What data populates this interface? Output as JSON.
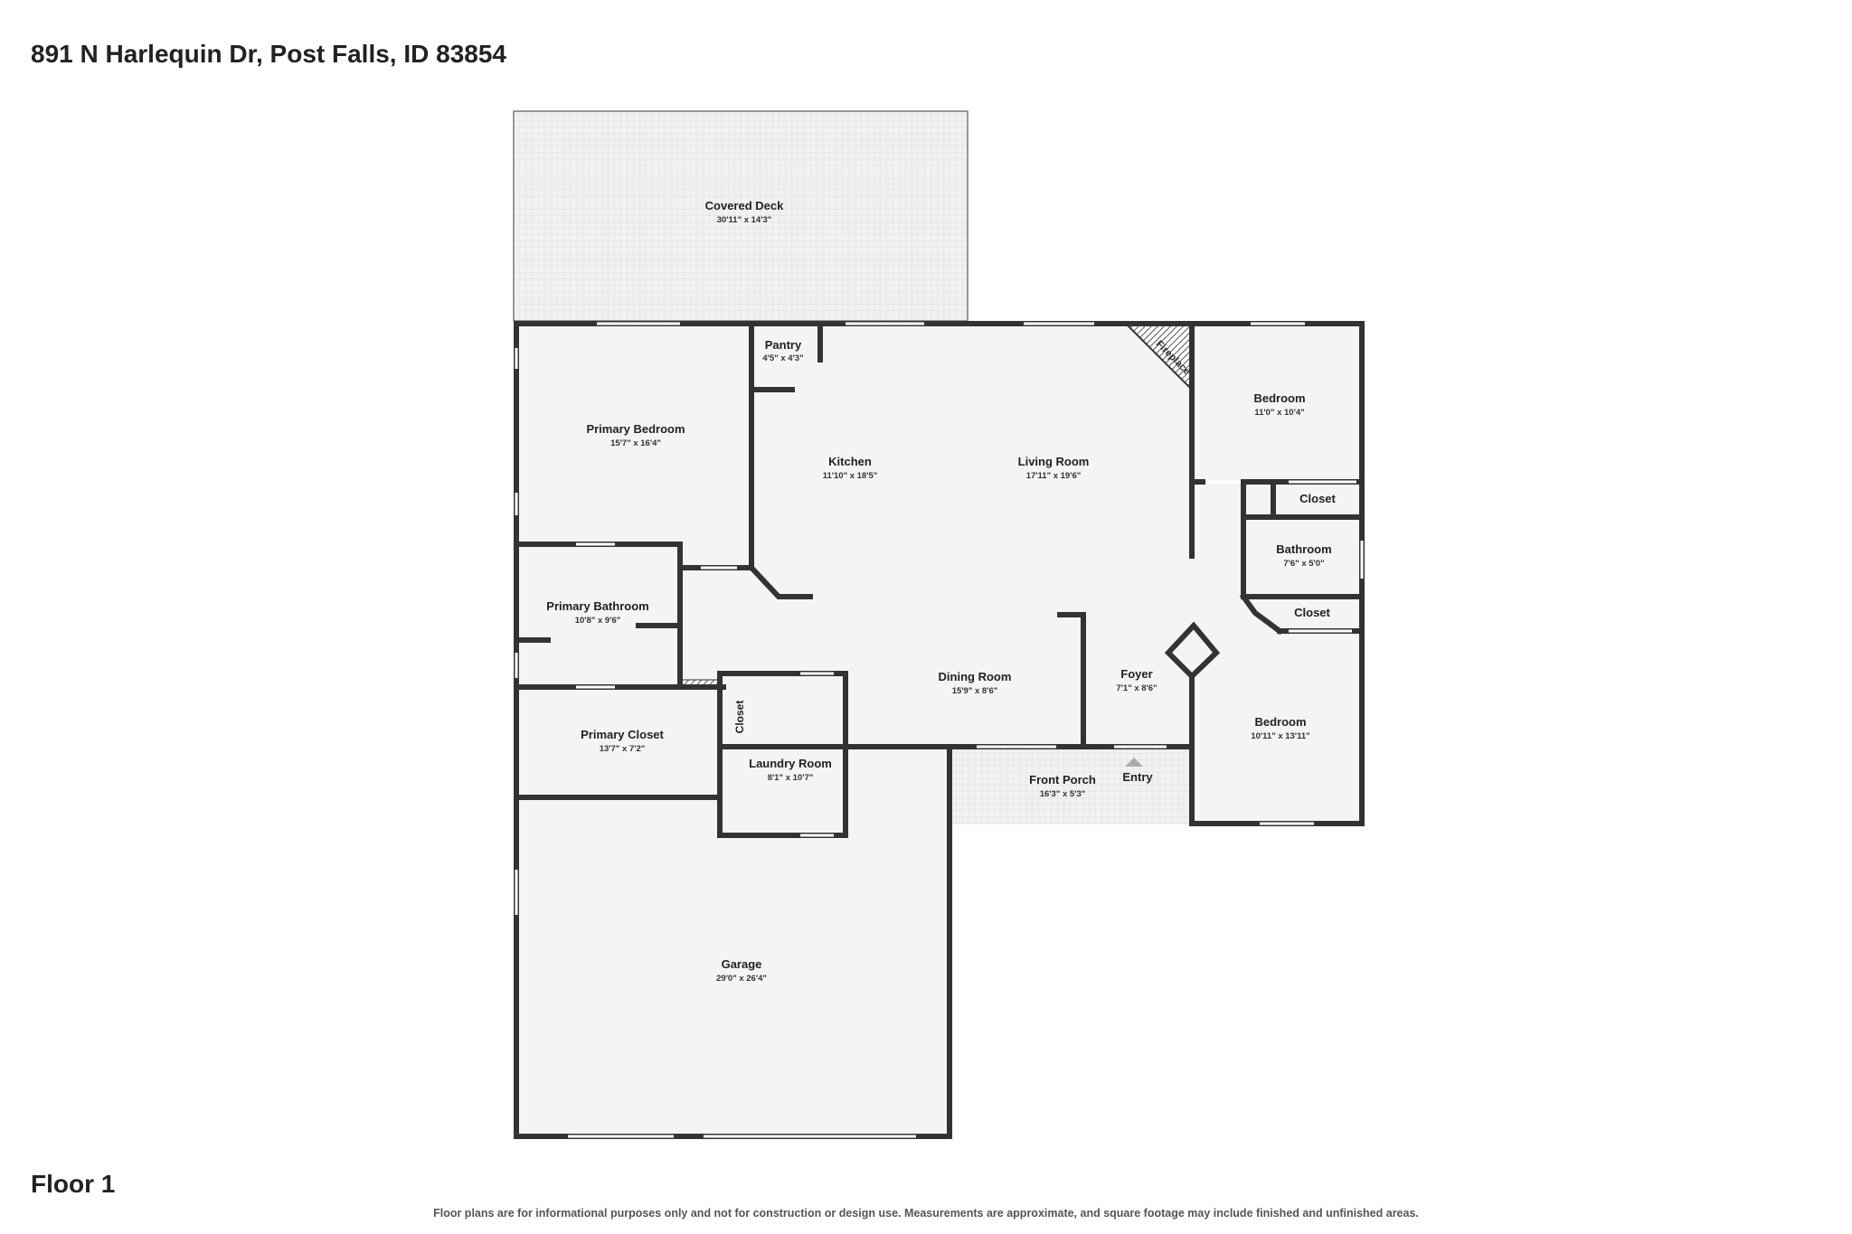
{
  "header": {
    "address": "891 N Harlequin Dr, Post Falls, ID 83854"
  },
  "floor": {
    "label": "Floor 1"
  },
  "footer": {
    "disclaimer": "Floor plans are for informational purposes only and not for construction or design use. Measurements are approximate, and square footage may include finished and unfinished areas."
  },
  "rooms": {
    "covered_deck": {
      "name": "Covered Deck",
      "dims": "30'11\" x 14'3\""
    },
    "pantry": {
      "name": "Pantry",
      "dims": "4'5\" x 4'3\""
    },
    "primary_bedroom": {
      "name": "Primary Bedroom",
      "dims": "15'7\" x 16'4\""
    },
    "kitchen": {
      "name": "Kitchen",
      "dims": "11'10\" x 18'5\""
    },
    "living_room": {
      "name": "Living Room",
      "dims": "17'11\" x 19'6\""
    },
    "fireplace": {
      "name": "Fireplace"
    },
    "bedroom_1": {
      "name": "Bedroom",
      "dims": "11'0\" x 10'4\""
    },
    "closet_1": {
      "name": "Closet"
    },
    "bathroom": {
      "name": "Bathroom",
      "dims": "7'6\" x 5'0\""
    },
    "closet_2": {
      "name": "Closet"
    },
    "primary_bathroom": {
      "name": "Primary Bathroom",
      "dims": "10'8\" x 9'6\""
    },
    "dining_room": {
      "name": "Dining Room",
      "dims": "15'9\" x 8'6\""
    },
    "foyer": {
      "name": "Foyer",
      "dims": "7'1\" x 8'6\""
    },
    "bedroom_2": {
      "name": "Bedroom",
      "dims": "10'11\" x 13'11\""
    },
    "closet_3": {
      "name": "Closet"
    },
    "primary_closet": {
      "name": "Primary Closet",
      "dims": "13'7\" x 7'2\""
    },
    "laundry_room": {
      "name": "Laundry Room",
      "dims": "8'1\" x 10'7\""
    },
    "front_porch": {
      "name": "Front Porch",
      "dims": "16'3\" x 5'3\""
    },
    "entry": {
      "name": "Entry"
    },
    "garage": {
      "name": "Garage",
      "dims": "29'0\" x 26'4\""
    }
  },
  "colors": {
    "wall": "#333333",
    "floor": "#f4f4f4",
    "outdoor": "#efefef"
  }
}
